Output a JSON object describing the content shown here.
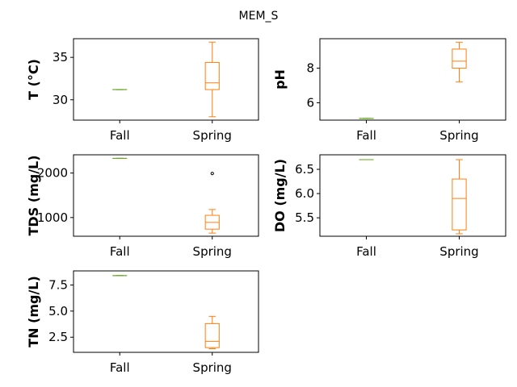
{
  "figure": {
    "title": "MEM_S"
  },
  "colors": {
    "fall": "#66a61e",
    "spring": "#ff7f0e",
    "axes": "#000000"
  },
  "chart_data": [
    {
      "type": "box",
      "ylabel": "T  (°C)",
      "categories": [
        "Fall",
        "Spring"
      ],
      "ylim": [
        27.6,
        37.2
      ],
      "yticks": [
        30,
        35
      ],
      "boxes": [
        {
          "category": "Fall",
          "whislo": 31.2,
          "q1": 31.2,
          "med": 31.2,
          "q3": 31.2,
          "whishi": 31.2,
          "fliers": []
        },
        {
          "category": "Spring",
          "whislo": 28.0,
          "q1": 31.2,
          "med": 32.0,
          "q3": 34.4,
          "whishi": 36.8,
          "fliers": []
        }
      ]
    },
    {
      "type": "box",
      "ylabel": "pH",
      "categories": [
        "Fall",
        "Spring"
      ],
      "ylim": [
        5.0,
        9.7
      ],
      "yticks": [
        6,
        8
      ],
      "boxes": [
        {
          "category": "Fall",
          "whislo": 5.1,
          "q1": 5.1,
          "med": 5.1,
          "q3": 5.1,
          "whishi": 5.1,
          "fliers": []
        },
        {
          "category": "Spring",
          "whislo": 7.2,
          "q1": 8.0,
          "med": 8.4,
          "q3": 9.1,
          "whishi": 9.5,
          "fliers": []
        }
      ]
    },
    {
      "type": "box",
      "ylabel": "TDS (mg/L)",
      "categories": [
        "Fall",
        "Spring"
      ],
      "ylim": [
        580,
        2410
      ],
      "yticks": [
        1000,
        2000
      ],
      "boxes": [
        {
          "category": "Fall",
          "whislo": 2330,
          "q1": 2330,
          "med": 2330,
          "q3": 2330,
          "whishi": 2330,
          "fliers": []
        },
        {
          "category": "Spring",
          "whislo": 650,
          "q1": 740,
          "med": 890,
          "q3": 1050,
          "whishi": 1180,
          "fliers": [
            1990
          ]
        }
      ]
    },
    {
      "type": "box",
      "ylabel": "DO (mg/L)",
      "categories": [
        "Fall",
        "Spring"
      ],
      "ylim": [
        5.12,
        6.8
      ],
      "yticks": [
        5.5,
        6.0,
        6.5
      ],
      "boxes": [
        {
          "category": "Fall",
          "whislo": 6.7,
          "q1": 6.7,
          "med": 6.7,
          "q3": 6.7,
          "whishi": 6.7,
          "fliers": []
        },
        {
          "category": "Spring",
          "whislo": 5.17,
          "q1": 5.25,
          "med": 5.9,
          "q3": 6.3,
          "whishi": 6.7,
          "fliers": []
        }
      ]
    },
    {
      "type": "box",
      "ylabel": "TN (mg/L)",
      "categories": [
        "Fall",
        "Spring"
      ],
      "ylim": [
        1.05,
        8.85
      ],
      "yticks": [
        2.5,
        5.0,
        7.5
      ],
      "boxes": [
        {
          "category": "Fall",
          "whislo": 8.4,
          "q1": 8.4,
          "med": 8.4,
          "q3": 8.4,
          "whishi": 8.4,
          "fliers": []
        },
        {
          "category": "Spring",
          "whislo": 1.4,
          "q1": 1.5,
          "med": 2.1,
          "q3": 3.8,
          "whishi": 4.5,
          "fliers": []
        }
      ]
    }
  ]
}
